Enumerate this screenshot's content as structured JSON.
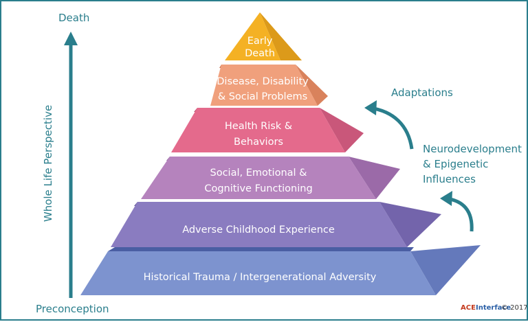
{
  "axis": {
    "top_label": "Death",
    "bottom_label": "Preconception",
    "side_label": "Whole Life Perspective"
  },
  "tiers": [
    {
      "lines": [
        "Early",
        "Death"
      ],
      "front": "#f4b124",
      "side": "#dc9a1a",
      "top": "#d08c14"
    },
    {
      "lines": [
        "Disease, Disability",
        "& Social Problems"
      ],
      "front": "#f0a07c",
      "side": "#d9825c",
      "top": "#c97552"
    },
    {
      "lines": [
        "Health Risk &",
        "Behaviors"
      ],
      "front": "#e46a8c",
      "side": "#c9577a",
      "top": "#b84d6d"
    },
    {
      "lines": [
        "Social, Emotional &",
        "Cognitive Functioning"
      ],
      "front": "#b583bd",
      "side": "#9b6aa8",
      "top": "#7f5590"
    },
    {
      "lines": [
        "Adverse Childhood Experience"
      ],
      "front": "#8a7cc0",
      "side": "#7364ab",
      "top": "#5d4f96"
    },
    {
      "lines": [
        "Historical Trauma / Intergenerational Adversity"
      ],
      "front": "#7d93cf",
      "side": "#6479bb",
      "top": "#4a5ea3"
    }
  ],
  "annotations": {
    "adaptations": "Adaptations",
    "neuro": [
      "Neurodevelopment",
      "& Epigenetic",
      "Influences"
    ]
  },
  "footer": {
    "logo_ace": "ACE",
    "logo_interface": "Interface",
    "copyright": "© 2017"
  },
  "colors": {
    "accent": "#2a7e8c"
  }
}
